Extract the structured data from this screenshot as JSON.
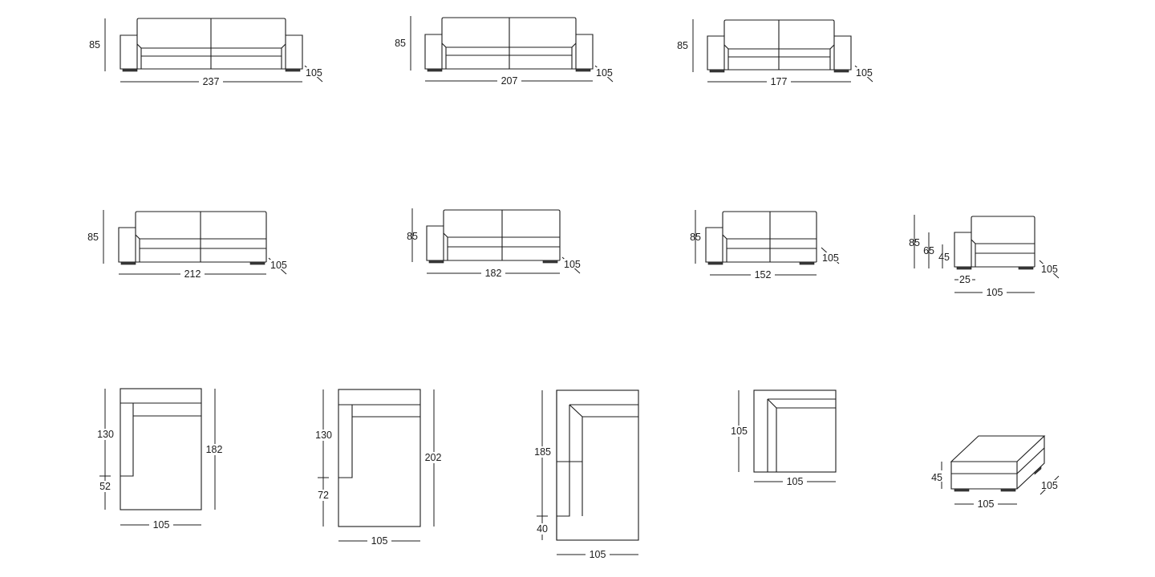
{
  "sofa_237": {
    "height": "85",
    "width": "237",
    "depth": "105"
  },
  "sofa_207": {
    "height": "85",
    "width": "207",
    "depth": "105"
  },
  "sofa_177": {
    "height": "85",
    "width": "177",
    "depth": "105"
  },
  "arm_sofa_212": {
    "height": "85",
    "width": "212",
    "depth": "105"
  },
  "arm_sofa_182": {
    "height": "85",
    "width": "182",
    "depth": "105"
  },
  "arm_sofa_152": {
    "height": "85",
    "width": "152",
    "depth": "105"
  },
  "arm_unit_105": {
    "height": "85",
    "back_height": "65",
    "seat_height": "45",
    "arm_width": "25",
    "width": "105",
    "depth": "105"
  },
  "chaise_182": {
    "back_length": "130",
    "seat_length": "52",
    "length": "182",
    "width": "105"
  },
  "chaise_202": {
    "back_length": "130",
    "seat_length": "72",
    "length": "202",
    "width": "105"
  },
  "corner_185": {
    "length": "185",
    "seat_length": "40",
    "width": "105"
  },
  "corner_105": {
    "length": "105",
    "width": "105"
  },
  "ottoman": {
    "height": "45",
    "width": "105",
    "depth": "105"
  }
}
